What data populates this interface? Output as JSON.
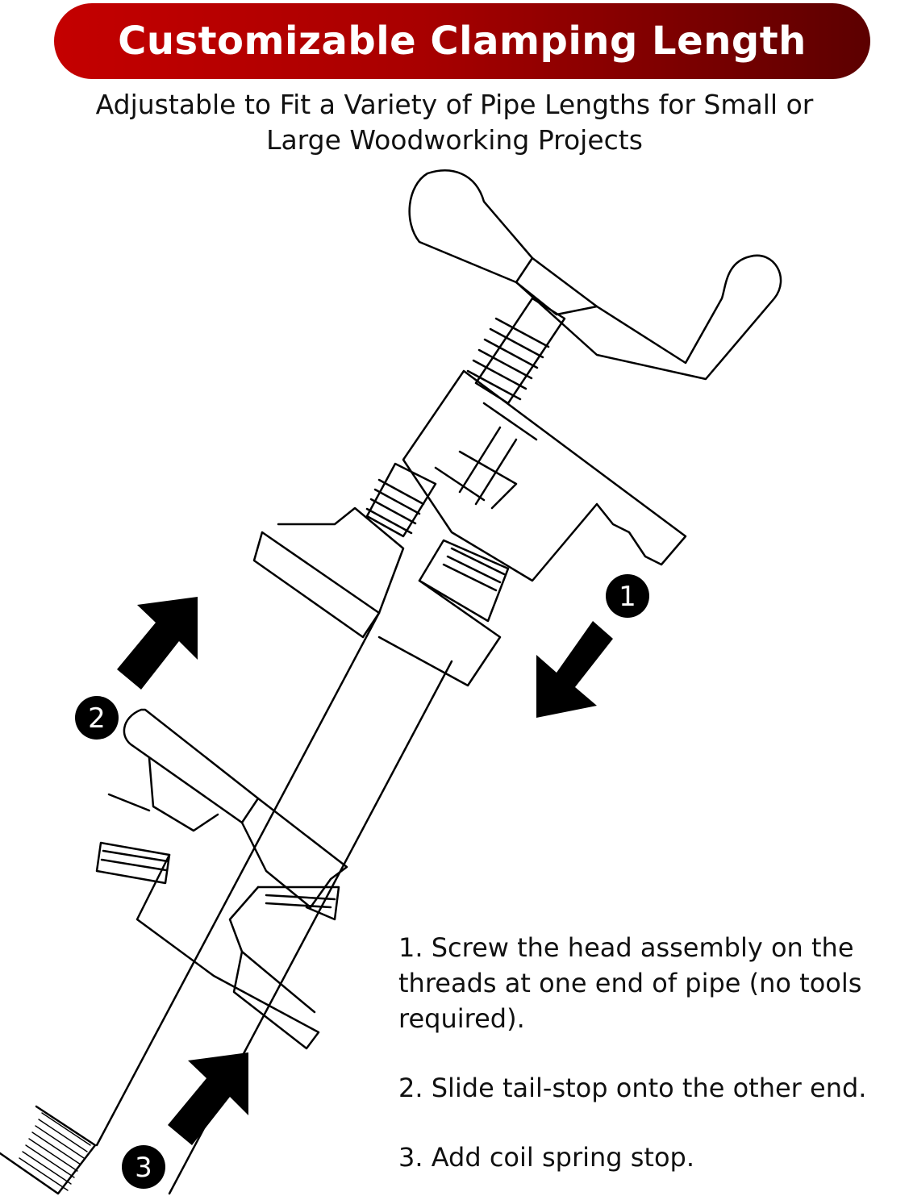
{
  "header": {
    "title": "Customizable Clamping Length",
    "subtitle_line1": "Adjustable to Fit a Variety of Pipe Lengths for Small or",
    "subtitle_line2": "Large Woodworking Projects"
  },
  "badges": [
    "1",
    "2",
    "3"
  ],
  "steps": [
    "1. Screw the head assembly on the threads at one end of pipe (no tools required).",
    "2. Slide tail-stop onto the other end.",
    "3. Add coil spring stop."
  ],
  "colors": {
    "banner_start": "#c40000",
    "banner_end": "#5c0000",
    "badge": "#000000",
    "line": "#000000"
  },
  "icons": [
    "arrow-up-right-icon",
    "arrow-down-left-icon",
    "arrow-up-right-icon"
  ]
}
